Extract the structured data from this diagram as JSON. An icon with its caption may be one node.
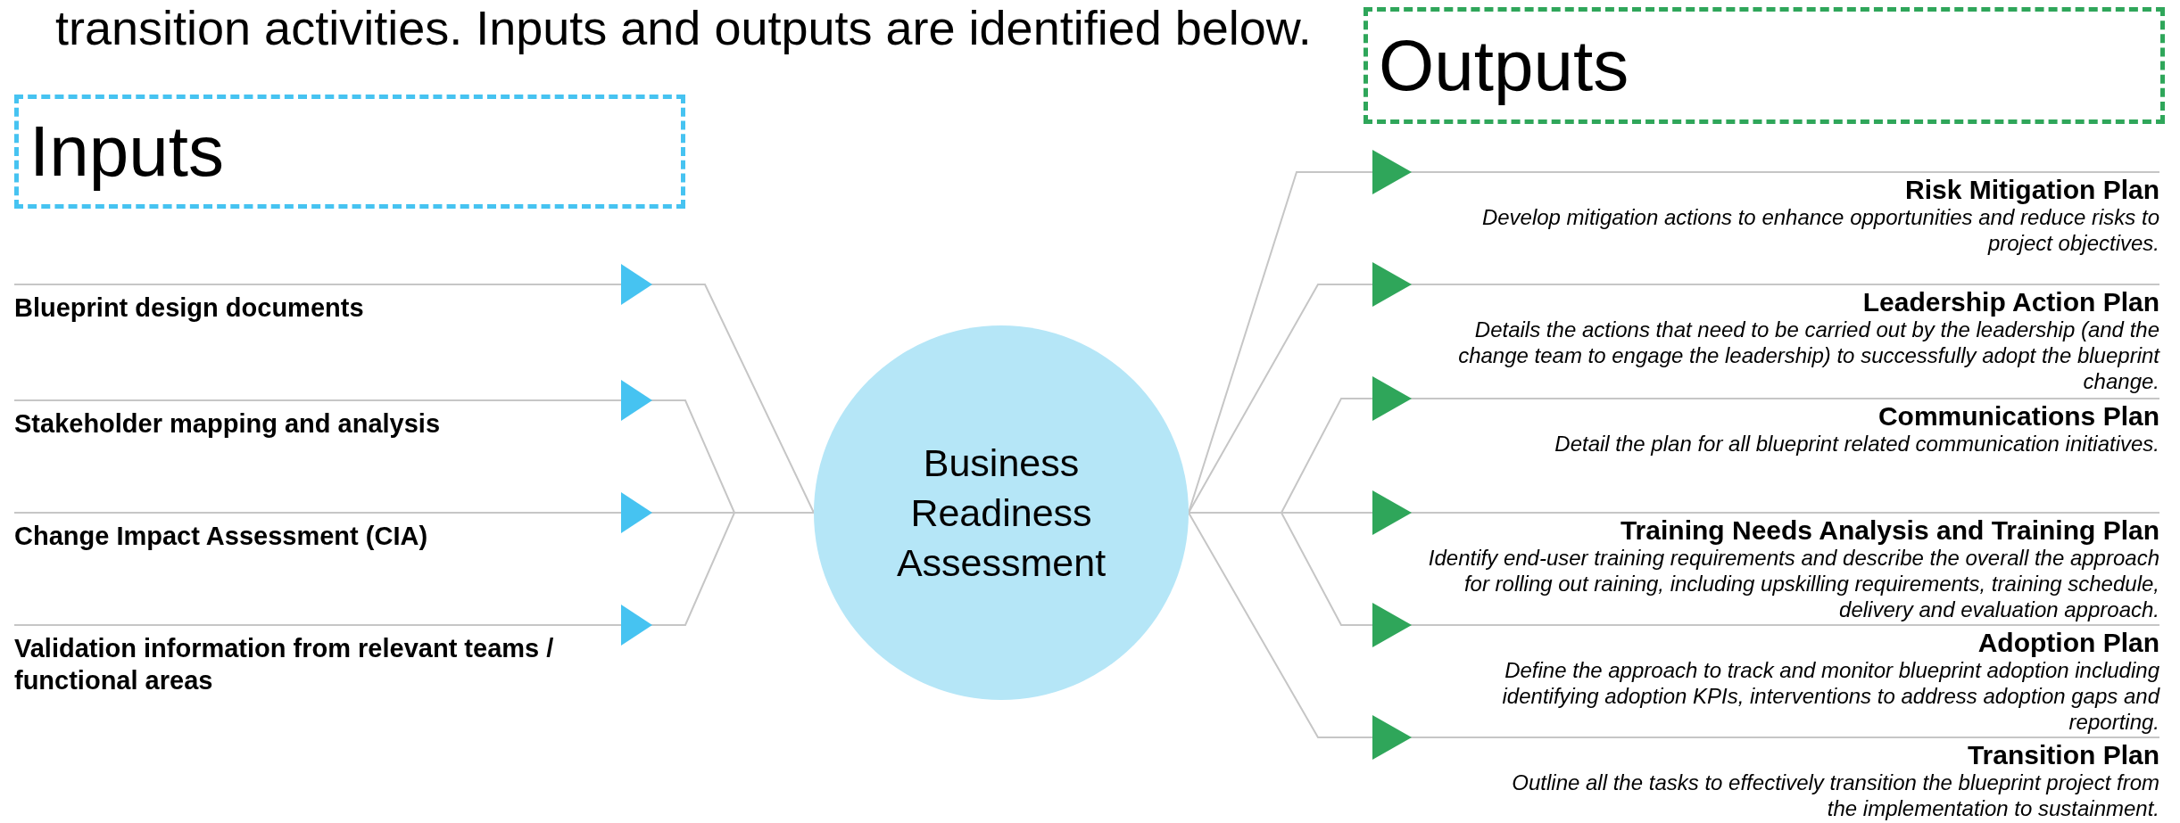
{
  "diagram": {
    "nodes": [
      {
        "text": [
          "Inputs"
        ]
      },
      {
        "text": [
          "Blueprint design documents"
        ]
      },
      {
        "text": [
          "Stakeholder mapping and analysis"
        ]
      },
      {
        "text": [
          "Change Impact Assessment (CIA)"
        ]
      },
      {
        "text": [
          "Validation information from relevant teams / functional areas"
        ]
      },
      {
        "text": [
          "Business Readiness Assessment"
        ]
      },
      {
        "text": [
          "Outputs"
        ]
      },
      {
        "text": [
          "Risk Mitigation Plan",
          "Develop mitigation actions to enhance opportunities and reduce risks to project objectives."
        ]
      },
      {
        "text": [
          "Leadership Action Plan",
          "Details the actions that need to be carried out by the leadership (and the change team to engage the leadership) to successfully adopt the blueprint change."
        ]
      },
      {
        "text": [
          "Communications Plan",
          "Detail the plan for all blueprint related communication initiatives."
        ]
      },
      {
        "text": [
          "Training Needs Analysis and Training Plan",
          "Identify end-user training requirements and describe the overall the approach for rolling out raining, including upskilling requirements, training schedule, delivery and evaluation approach."
        ]
      },
      {
        "text": [
          "Adoption Plan",
          "Define the approach to track and monitor blueprint adoption including identifying adoption KPIs, interventions to address adoption gaps and reporting."
        ]
      },
      {
        "text": [
          "Transition Plan",
          "Outline all the tasks to effectively transition the blueprint project from the implementation to sustainment."
        ]
      }
    ],
    "edges": [
      {
        "from": 1,
        "to": 5,
        "arrow": "to"
      },
      {
        "from": 2,
        "to": 5,
        "arrow": "to"
      },
      {
        "from": 3,
        "to": 5,
        "arrow": "to"
      },
      {
        "from": 4,
        "to": 5,
        "arrow": "to"
      },
      {
        "from": 5,
        "to": 7,
        "arrow": "to"
      },
      {
        "from": 5,
        "to": 8,
        "arrow": "to"
      },
      {
        "from": 5,
        "to": 9,
        "arrow": "to"
      },
      {
        "from": 5,
        "to": 10,
        "arrow": "to"
      },
      {
        "from": 5,
        "to": 11,
        "arrow": "to"
      },
      {
        "from": 5,
        "to": 12,
        "arrow": "to"
      }
    ],
    "labels": [
      "transition activities. Inputs and outputs are identified below."
    ]
  }
}
